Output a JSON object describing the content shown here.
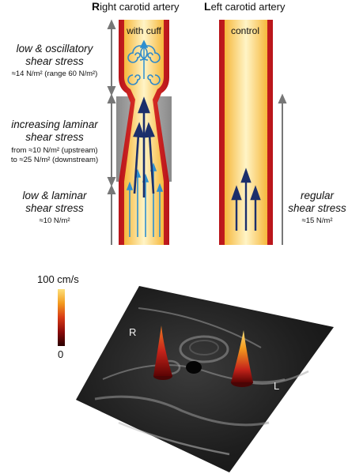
{
  "top": {
    "right_title_initial": "R",
    "right_title_rest": "ight carotid artery",
    "left_title_initial": "L",
    "left_title_rest": "eft carotid artery",
    "right_vessel_label": "with cuff",
    "left_vessel_label": "control"
  },
  "regions": {
    "oscillatory": {
      "title_line1": "low & oscillatory",
      "title_line2": "shear stress",
      "value": "≈14 N/m² (range 60 N/m²)"
    },
    "increasing": {
      "title_line1": "increasing laminar",
      "title_line2": "shear stress",
      "value_line1": "from ≈10 N/m² (upstream)",
      "value_line2": "to ≈25 N/m² (downstream)"
    },
    "laminar": {
      "title_line1": "low & laminar",
      "title_line2": "shear stress",
      "value": "≈10 N/m²"
    },
    "regular": {
      "title_line1": "regular",
      "title_line2": "shear stress",
      "value": "≈15 N/m²"
    }
  },
  "colorbar": {
    "max_label": "100 cm/s",
    "min_label": "0",
    "colors": [
      "#2a0000",
      "#8c0b0b",
      "#d83a16",
      "#f39a1e",
      "#fde07a"
    ]
  },
  "mri": {
    "label_right": "R",
    "label_left": "L"
  },
  "colors": {
    "vessel_wall": "#c4161c",
    "vessel_core": "#fde9a0",
    "flow_arrow": "#1b2f6b",
    "light_arrow": "#2e8fcf",
    "cuff": "#9a9a9a",
    "spiral": "#2f89c9"
  }
}
